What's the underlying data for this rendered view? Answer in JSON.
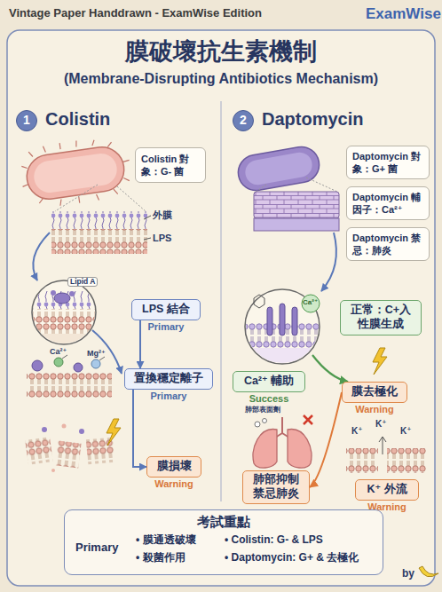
{
  "diagram": {
    "title": "膜破壞抗生素機制",
    "nodes": [
      {
        "text": [
          "1",
          "Colistin"
        ]
      },
      {
        "text": [
          "Colistin 對象：G- 菌"
        ]
      },
      {
        "text": [
          "LPS 結合",
          "Primary"
        ]
      },
      {
        "text": [
          "置換穩定離子",
          "Primary"
        ]
      },
      {
        "text": [
          "膜損壞",
          "Warning"
        ]
      },
      {
        "text": [
          "2",
          "Daptomycin"
        ]
      },
      {
        "text": [
          "Daptomycin 對象：G+ 菌"
        ]
      },
      {
        "text": [
          "Daptomycin 輔因子：Ca²⁺"
        ]
      },
      {
        "text": [
          "Daptomycin 禁忌：肺炎"
        ]
      },
      {
        "text": [
          "正常：C+入 性膜生成"
        ]
      },
      {
        "text": [
          "Ca²⁺ 輔助",
          "Success"
        ]
      },
      {
        "text": [
          "膜去極化",
          "Warning"
        ]
      },
      {
        "text": [
          "肺部抑制",
          "禁忌肺炎"
        ]
      },
      {
        "text": [
          "K⁺ 外流",
          "Warning"
        ]
      },
      {
        "text": [
          "考試重點",
          "Primary",
          "• 膜通透破壞",
          "• 殺菌作用",
          "• Colistin: G- & LPS",
          "• Daptomycin: G+ & 去極化"
        ]
      }
    ],
    "edges": [
      {
        "from": 2,
        "to": 3,
        "arrow": "to"
      },
      {
        "from": 3,
        "to": 4,
        "arrow": "to"
      },
      {
        "from": 11,
        "to": 12,
        "arrow": "to"
      }
    ],
    "labels": [
      "Vintage Paper Handdrawn - ExamWise Edition",
      "ExamWise",
      "(Membrane-Disrupting Antibiotics Mechanism)",
      "外膜",
      "LPS",
      "Lipid A",
      "Ca²⁺",
      "Mg²⁺",
      "Ca²⁺",
      "肺部表面劑",
      "K⁺",
      "K⁺",
      "K⁺",
      "by"
    ]
  }
}
